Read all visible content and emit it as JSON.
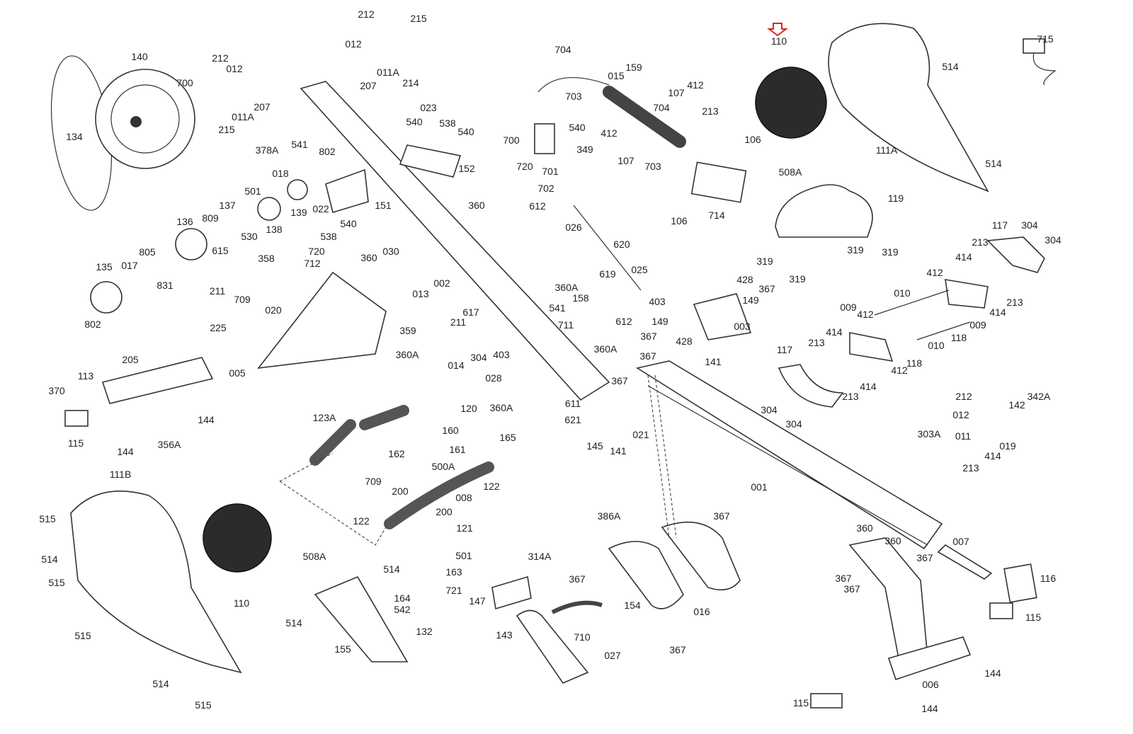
{
  "diagram": {
    "highlight_color": "#d9261c",
    "highlighted_part": "110",
    "labels": [
      "212",
      "215",
      "012",
      "011A",
      "207",
      "214",
      "140",
      "700",
      "212",
      "012",
      "207",
      "011A",
      "215",
      "134",
      "378A",
      "541",
      "802",
      "018",
      "023",
      "538",
      "540",
      "540",
      "152",
      "137",
      "501",
      "530",
      "138",
      "139",
      "022",
      "151",
      "540",
      "538",
      "360",
      "136",
      "809",
      "615",
      "358",
      "720",
      "712",
      "360",
      "030",
      "002",
      "135",
      "017",
      "805",
      "831",
      "211",
      "709",
      "020",
      "802",
      "225",
      "704",
      "015",
      "159",
      "703",
      "540",
      "700",
      "720",
      "701",
      "702",
      "612",
      "412",
      "107",
      "213",
      "704",
      "412",
      "349",
      "107",
      "703",
      "106",
      "714",
      "106",
      "110",
      "715",
      "514",
      "111A",
      "508A",
      "514",
      "026",
      "620",
      "619",
      "025",
      "403",
      "612",
      "119",
      "319",
      "319",
      "319",
      "319",
      "117",
      "304",
      "304",
      "213",
      "414",
      "412",
      "010",
      "213",
      "414",
      "009",
      "118",
      "010",
      "009",
      "412",
      "414",
      "213",
      "412",
      "118",
      "414",
      "213",
      "117",
      "304",
      "304",
      "428",
      "367",
      "149",
      "149",
      "003",
      "367",
      "428",
      "013",
      "617",
      "211",
      "359",
      "360A",
      "014",
      "304",
      "403",
      "360A",
      "158",
      "541",
      "711",
      "360A",
      "367",
      "141",
      "367",
      "028",
      "360A",
      "611",
      "621",
      "145",
      "021",
      "141",
      "001",
      "205",
      "005",
      "113",
      "370",
      "144",
      "115",
      "144",
      "356A",
      "123A",
      "120",
      "160",
      "165",
      "162",
      "161",
      "500A",
      "709",
      "200",
      "008",
      "122",
      "122",
      "200",
      "121",
      "501",
      "163",
      "721",
      "164",
      "542",
      "111B",
      "515",
      "514",
      "515",
      "508A",
      "110",
      "514",
      "514",
      "515",
      "155",
      "132",
      "514",
      "515",
      "314A",
      "147",
      "143",
      "710",
      "154",
      "027",
      "386A",
      "367",
      "367",
      "016",
      "367",
      "360",
      "360",
      "007",
      "367",
      "367",
      "367",
      "116",
      "115",
      "006",
      "144",
      "115",
      "144",
      "303A",
      "212",
      "012",
      "342A",
      "142",
      "011",
      "019",
      "414",
      "213"
    ]
  }
}
